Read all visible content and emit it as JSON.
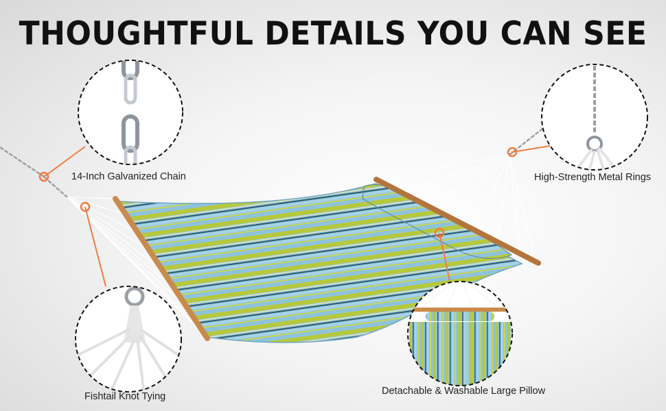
{
  "headline": "THOUGHTFUL DETAILS YOU CAN SEE",
  "features": {
    "chain": "14-Inch Galvanized Chain",
    "rings": "High-Strength Metal Rings",
    "knot": "Fishtail Knot Tying",
    "pillow": "Detachable & Washable Large Pillow"
  },
  "colors": {
    "accent": "#f07b3f",
    "fabric_blue": "#8fc3dc",
    "fabric_lime": "#b7c93a",
    "wood": "#c98a4c"
  }
}
